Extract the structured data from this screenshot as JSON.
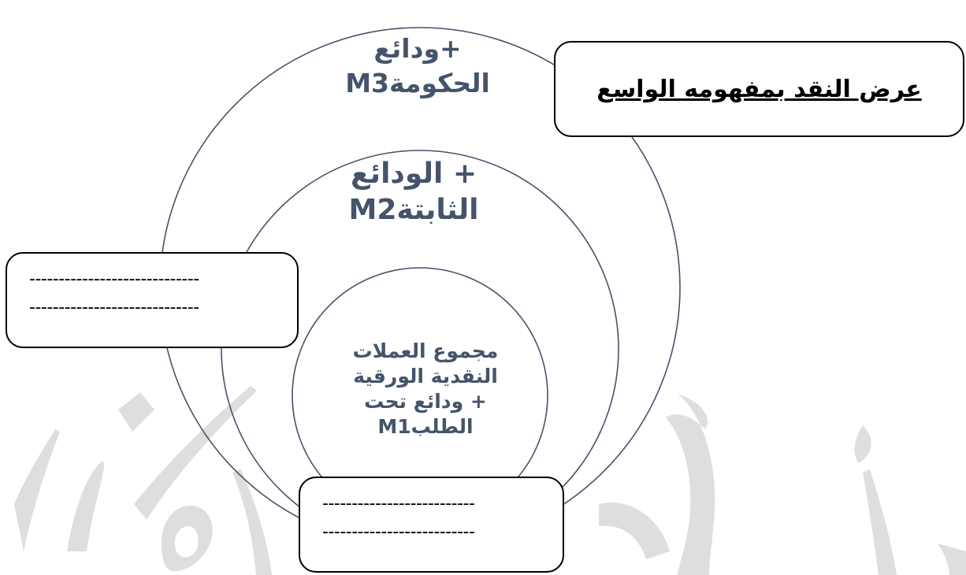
{
  "diagram": {
    "rings": {
      "m3": {
        "lines": [
          "+ودائع",
          "الحكومةM3"
        ]
      },
      "m2": {
        "lines": [
          "+ الودائع",
          "الثابتةM2"
        ]
      },
      "m1": {
        "lines": [
          "مجموع العملات",
          "النقدية الورقية",
          "+ ودائع تحت",
          "الطلبM1"
        ]
      }
    },
    "title_box": {
      "text": "عرض النقد بمفهومه الواسع"
    },
    "blank_box_left": {
      "lines": [
        "-----------------------------",
        "-----------------------------"
      ]
    },
    "blank_box_bottom": {
      "lines": [
        "--------------------------",
        "--------------------------"
      ]
    }
  },
  "colors": {
    "ring_text": "#44546a",
    "watermark": "#d9d9d9",
    "stroke": "#44546a"
  }
}
